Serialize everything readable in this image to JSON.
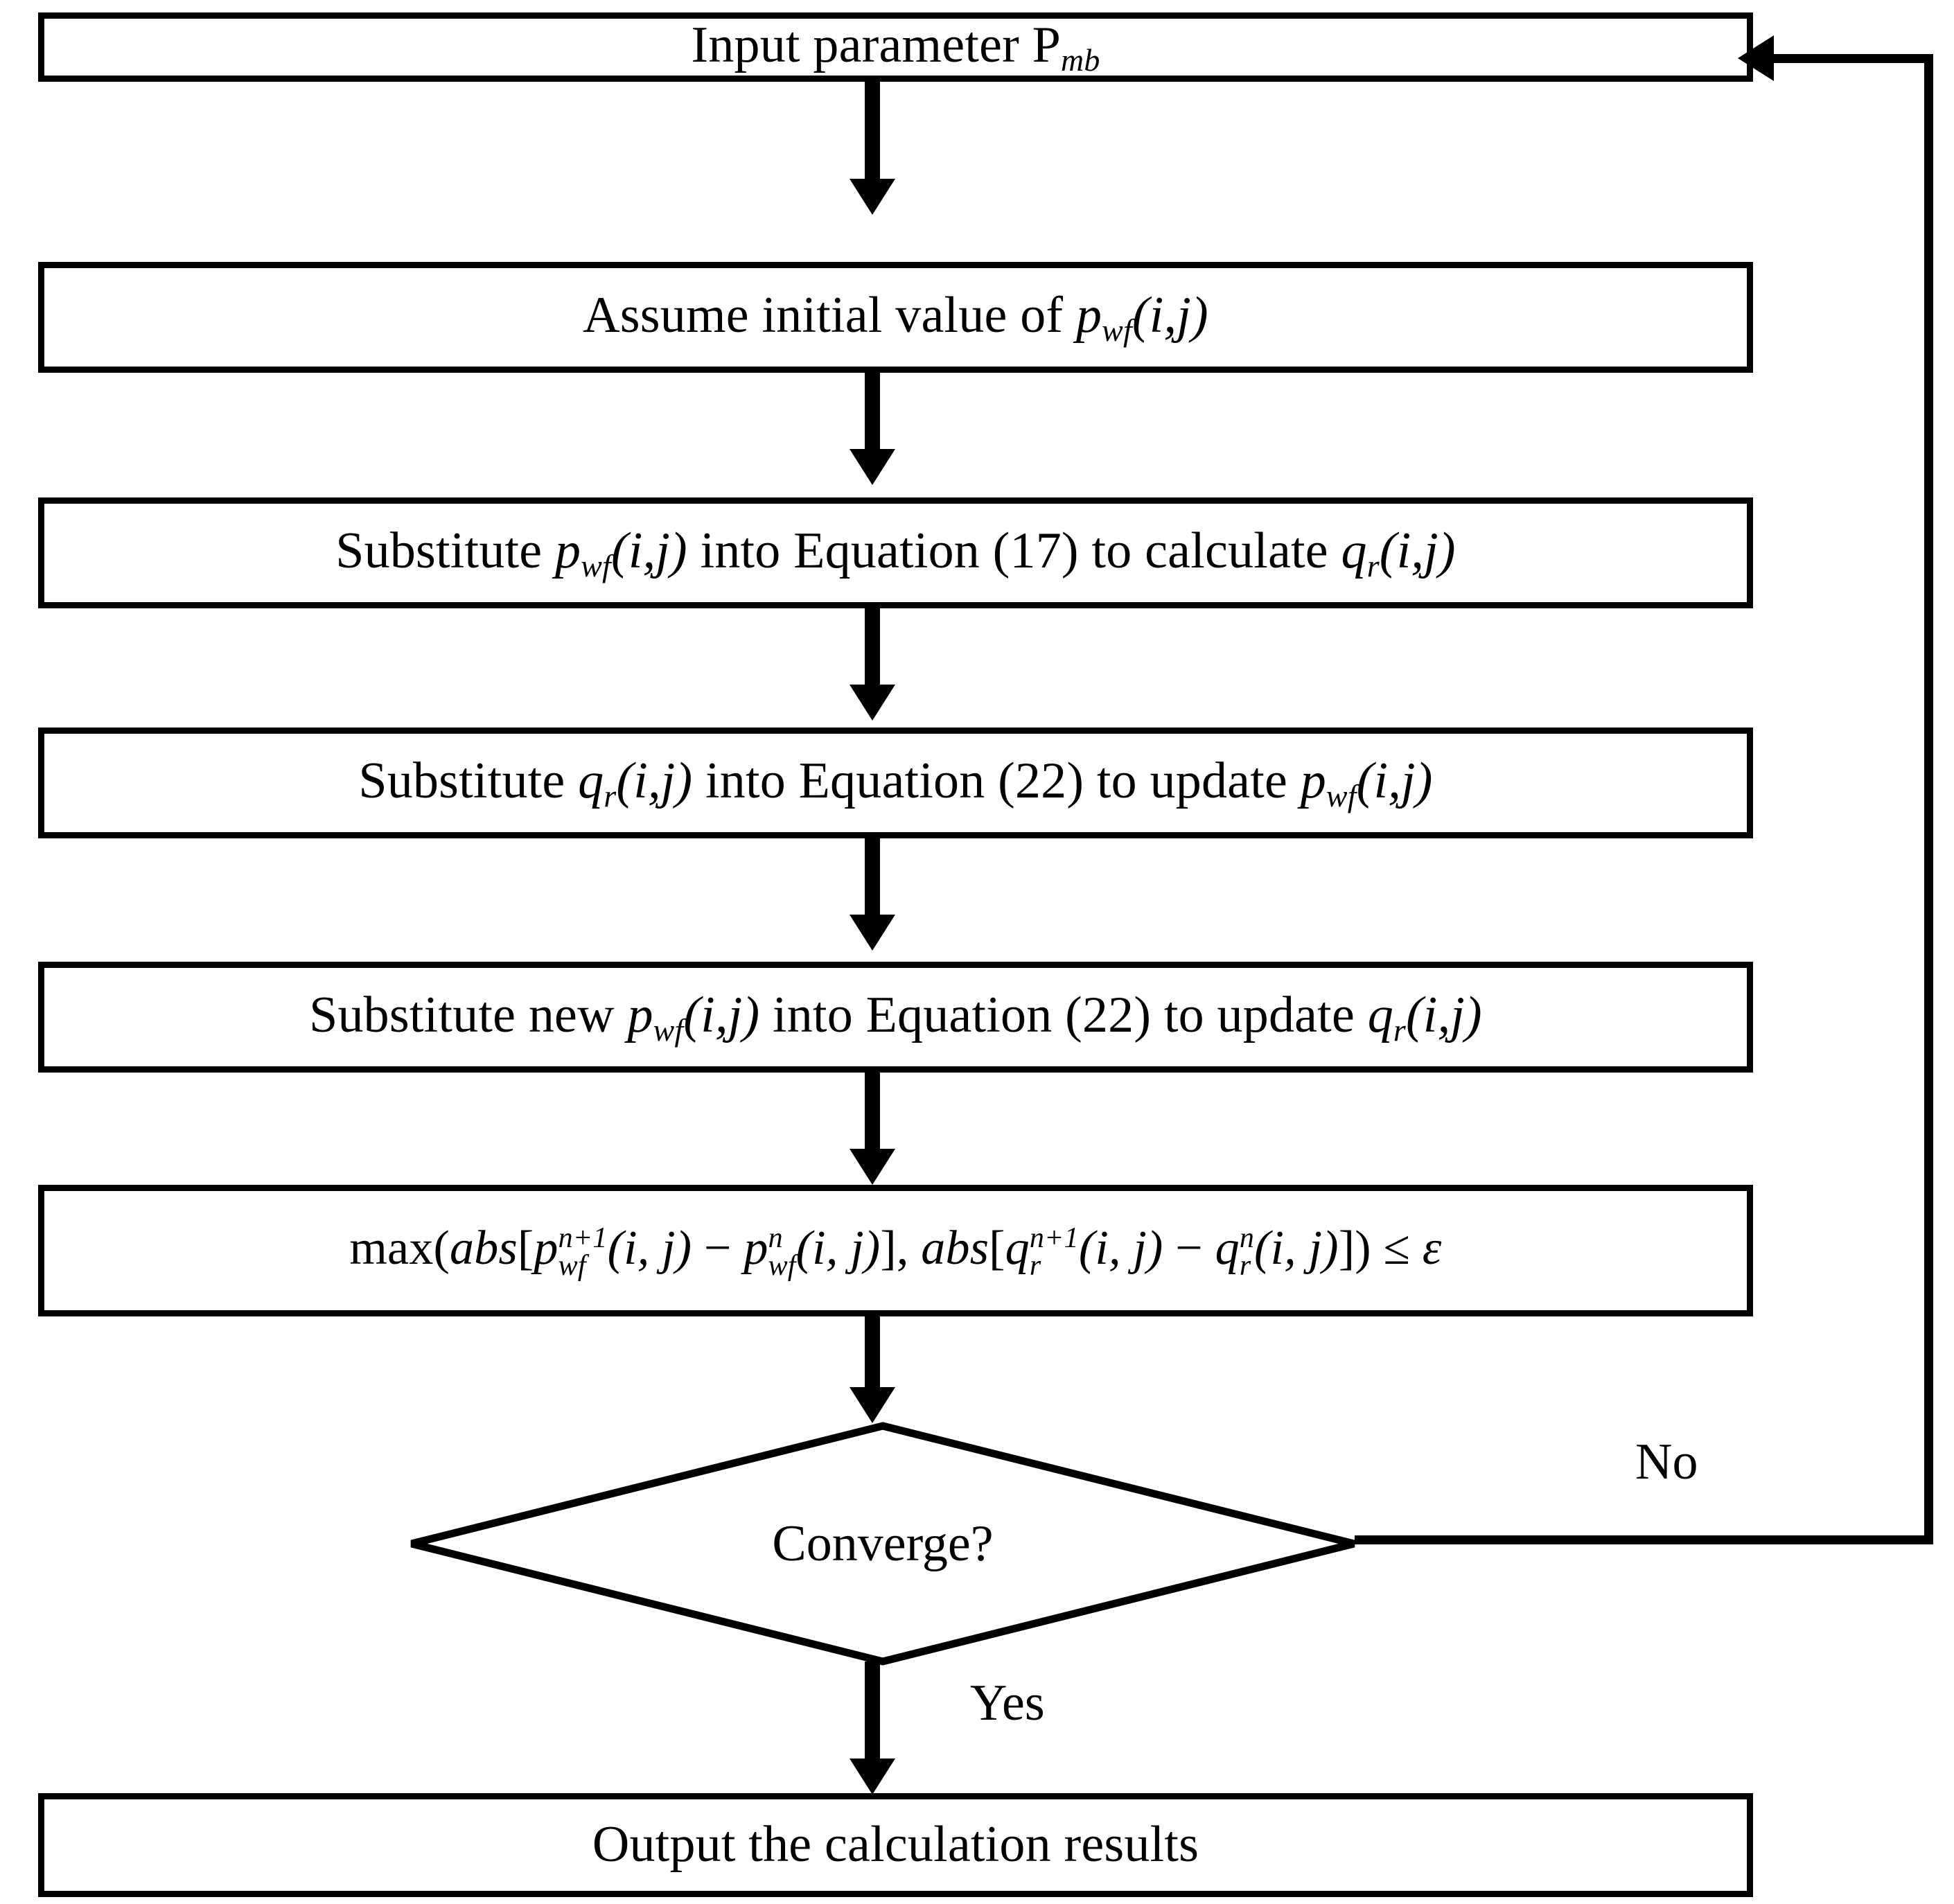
{
  "diagram": {
    "title": "Iterative calculation flowchart",
    "type": "flowchart",
    "colors": {
      "stroke": "#000000",
      "fill": "#ffffff",
      "text": "#000000"
    },
    "nodes": [
      {
        "id": "input",
        "shape": "rectangle",
        "label": "Input parameter P",
        "label_sub": "mb",
        "plain": "Input parameter P_mb"
      },
      {
        "id": "assume",
        "shape": "rectangle",
        "label_a": "Assume  initial value of ",
        "var_base": "p",
        "var_sub": "wf",
        "var_args": "(i,j)",
        "plain": "Assume  initial value of p_wf(i,j)"
      },
      {
        "id": "calc-qr",
        "shape": "rectangle",
        "label_a": "Substitute ",
        "v1_base": "p",
        "v1_sub": "wf",
        "v1_args": "(i,j)",
        "label_b": " into Equation (17) to calculate ",
        "v2_base": "q",
        "v2_sub": "r",
        "v2_args": "(i,j)",
        "plain": "Substitute p_wf(i,j) into Equation (17) to calculate q_r(i,j)"
      },
      {
        "id": "update-pwf",
        "shape": "rectangle",
        "label_a": "Substitute ",
        "v1_base": "q",
        "v1_sub": "r",
        "v1_args": "(i,j)",
        "label_b": " into Equation (22) to update ",
        "v2_base": "p",
        "v2_sub": "wf",
        "v2_args": "(i,j)",
        "plain": "Substitute q_r(i,j) into Equation (22) to update p_wf(i,j)"
      },
      {
        "id": "update-qr",
        "shape": "rectangle",
        "label_a": "Substitute new ",
        "v1_base": "p",
        "v1_sub": "wf",
        "v1_args": "(i,j)",
        "label_b": " into Equation (22) to update ",
        "v2_base": "q",
        "v2_sub": "r",
        "v2_args": "(i,j)",
        "plain": "Substitute new p_wf(i,j) into Equation (22) to update q_r(i,j)"
      },
      {
        "id": "criterion",
        "shape": "rectangle",
        "plain": "max(abs[p_wf^{n+1}(i, j) - p_wf^{n}(i, j)], abs[q_r^{n+1}(i, j) - q_r^{n}(i, j)]) ≤ ε",
        "parts": {
          "fn": "max(",
          "abs1": "abs",
          "bracket_open": "[",
          "p_base": "p",
          "p_sub": "wf",
          "p_sup1": "n+1",
          "args": "(i, j)",
          "minus": " − ",
          "p_sup2": "n",
          "bracket_close": "]",
          "comma": ", ",
          "abs2": "abs",
          "q_base": "q",
          "q_sub": "r",
          "q_sup1": "n+1",
          "q_sup2": "n",
          "paren_close": ")",
          "rel": " ≤ ",
          "eps": "ε"
        }
      },
      {
        "id": "converge",
        "shape": "diamond",
        "label": "Converge?",
        "plain": "Converge?"
      },
      {
        "id": "output",
        "shape": "rectangle",
        "label": "Output the calculation results",
        "plain": "Output the calculation results"
      }
    ],
    "edge_labels": {
      "no": "No",
      "yes": "Yes"
    }
  }
}
